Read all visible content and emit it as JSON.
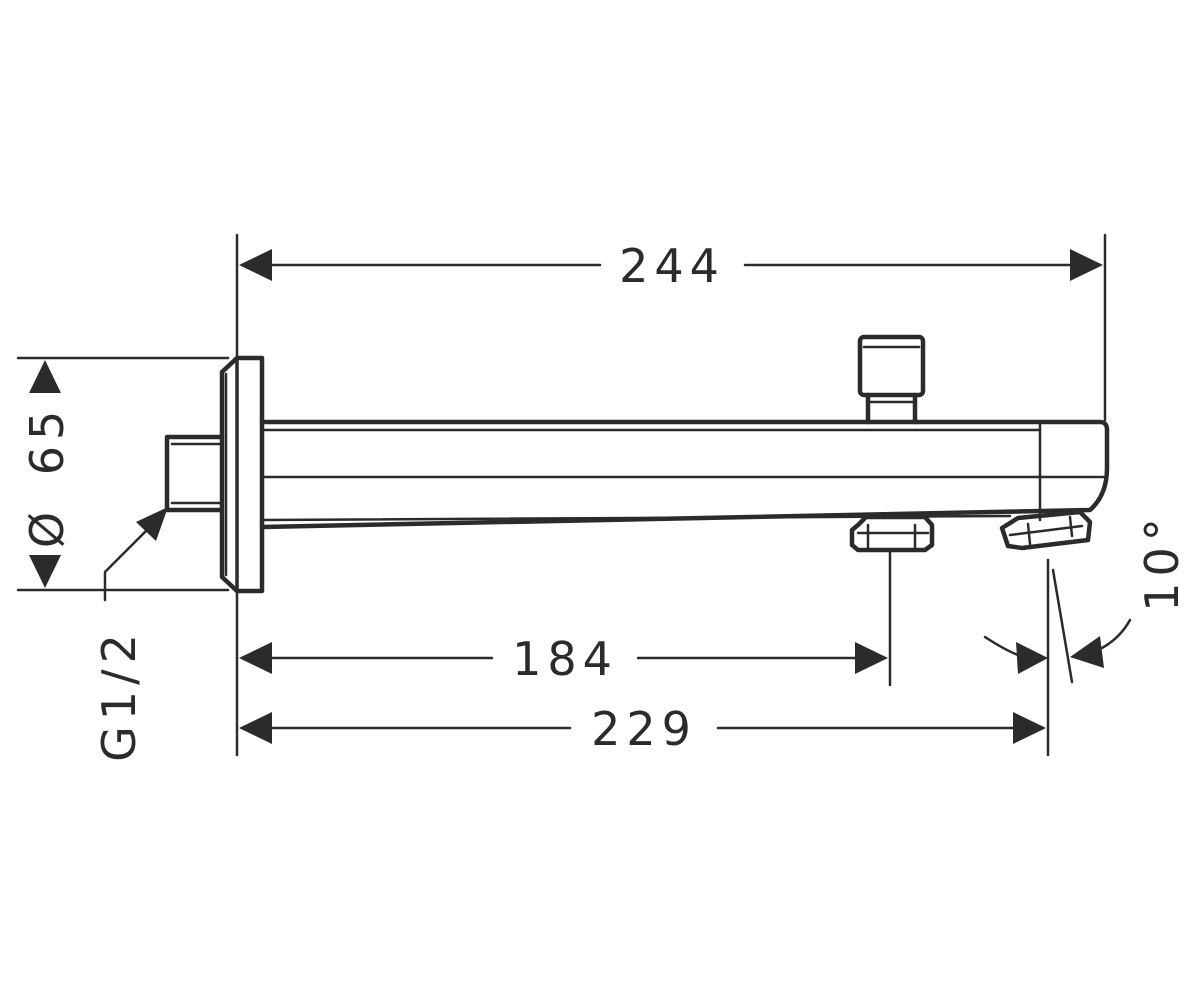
{
  "drawing": {
    "colors": {
      "line": "#2b2b2b",
      "background": "#ffffff"
    },
    "dimensions": {
      "overall_length": "244",
      "to_diverter": "184",
      "to_outlet": "229",
      "flange_diameter_symbol": "Ø",
      "flange_diameter": "65",
      "thread": "G1/2",
      "outlet_angle": "10°"
    }
  }
}
